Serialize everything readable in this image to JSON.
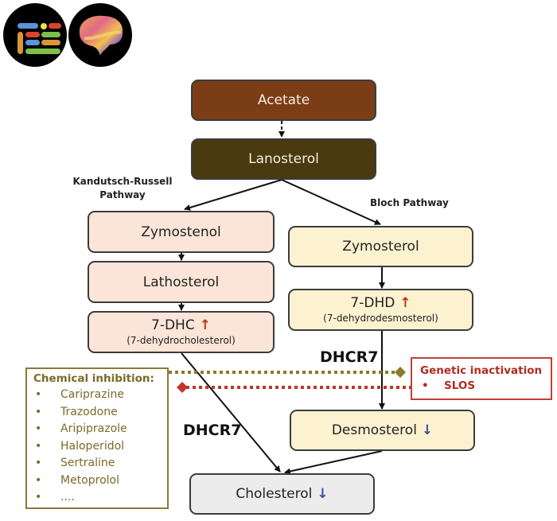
{
  "logos": [
    {
      "name": "app-logo-blocks",
      "description": "colored blocks on black circle"
    },
    {
      "name": "app-logo-brain",
      "description": "rainbow brain on black circle"
    }
  ],
  "nodes": {
    "acetate": {
      "label": "Acetate",
      "color": "#7a3d16"
    },
    "lanosterol": {
      "label": "Lanosterol",
      "color": "#4a3a10"
    },
    "zymostenol": {
      "label": "Zymostenol",
      "color": "#fbe5d8"
    },
    "lathosterol": {
      "label": "Lathosterol",
      "color": "#fbe5d8"
    },
    "dhc7": {
      "label": "7-DHC",
      "sublabel": "(7-dehydrocholesterol)",
      "trend": "↑",
      "color": "#fbe5d8"
    },
    "zymosterol": {
      "label": "Zymosterol",
      "color": "#fdf2d0"
    },
    "dhd7": {
      "label": "7-DHD",
      "sublabel": "(7-dehydrodesmosterol)",
      "trend": "↑",
      "color": "#fdf2d0"
    },
    "desmosterol": {
      "label": "Desmosterol",
      "trend": "↓",
      "color": "#fdf2d0"
    },
    "cholesterol": {
      "label": "Cholesterol",
      "trend": "↓",
      "color": "#ececec"
    }
  },
  "pathway_labels": {
    "kandutsch_russell": "Kandutsch-Russell\nPathway",
    "bloch": "Bloch Pathway"
  },
  "enzymes": {
    "right": "DHCR7",
    "left": "DHCR7"
  },
  "chemical_inhibition": {
    "title": "Chemical inhibition:",
    "bullet": "•",
    "items": [
      "Cariprazine",
      "Trazodone",
      "Aripiprazole",
      "Haloperidol",
      "Sertraline",
      "Metoprolol",
      "...."
    ],
    "color": "#7a6a28"
  },
  "genetic_inactivation": {
    "title": "Genetic inactivation",
    "bullet": "•",
    "items": [
      "SLOS"
    ],
    "color": "#b02a22"
  },
  "colors": {
    "up_arrow": "#c0311c",
    "down_arrow": "#3a4f9e",
    "chem_dotted_line": "#8a7a2a",
    "genetic_dotted_line": "#c0342a"
  }
}
